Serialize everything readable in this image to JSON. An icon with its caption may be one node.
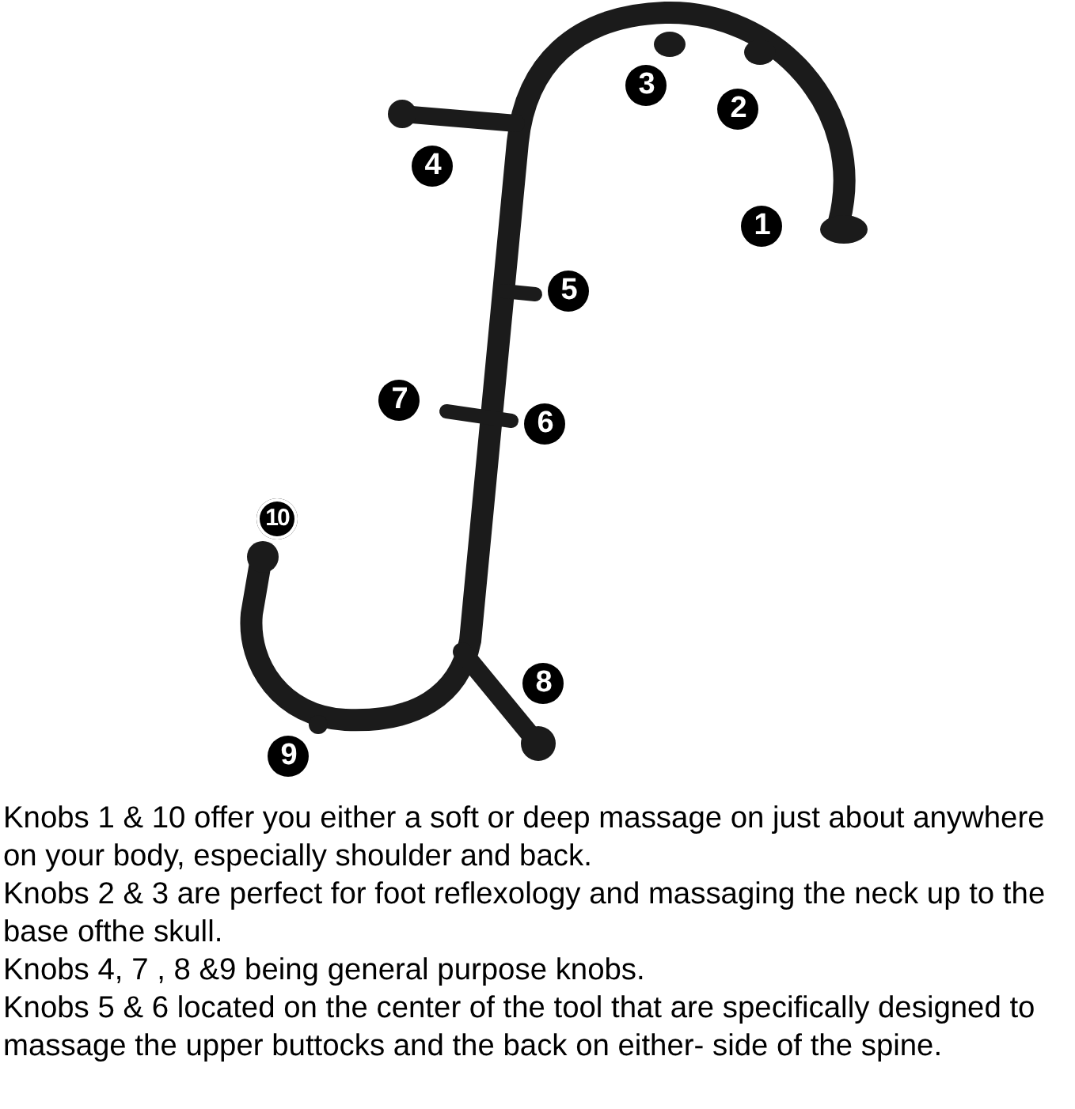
{
  "diagram": {
    "labels": [
      "3",
      "2",
      "4",
      "1",
      "5",
      "7",
      "6",
      "10",
      "8",
      "9",
      "Knobs 1 & 10 offer you either a soft or deep massage on just about anywhere on your body, especially shoulder and back.",
      "Knobs 2 & 3 are perfect for foot reflexology and massaging the neck up to the base ofthe skull.",
      "Knobs 4, 7 , 8 &9 being general purpose knobs.",
      "Knobs 5 & 6 located on the center of the tool that are specifically designed to massage the upper buttocks and the back on either- side of the spine."
    ]
  }
}
